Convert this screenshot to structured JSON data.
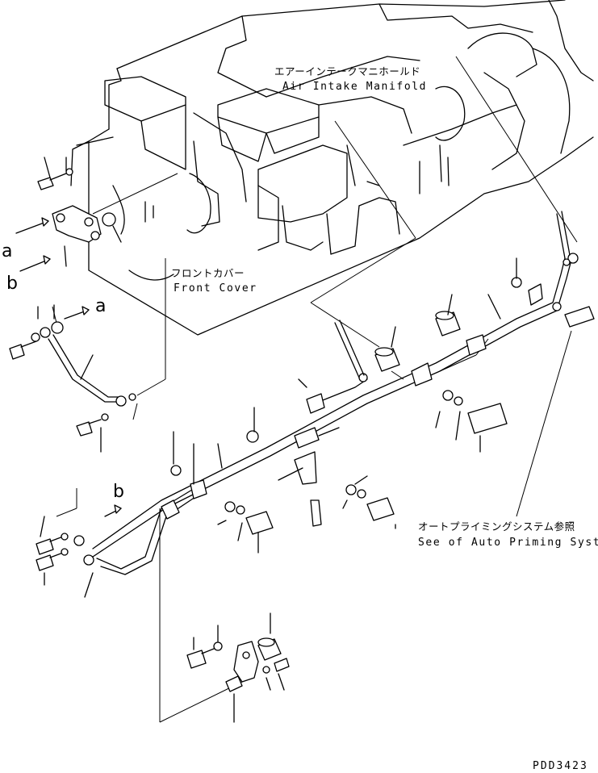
{
  "labels": {
    "air_intake_jp": "エアーインテークマニホールド",
    "air_intake_en": "Air Intake Manifold",
    "front_cover_jp": "フロントカバー",
    "front_cover_en": "Front Cover",
    "auto_priming_jp": "オートプライミングシステム参照",
    "auto_priming_en": "See of Auto Priming System"
  },
  "refs": {
    "a_left": "a",
    "b_left": "b",
    "a_pipe": "a",
    "b_pipe": "b"
  },
  "drawing_code": "PDD3423"
}
